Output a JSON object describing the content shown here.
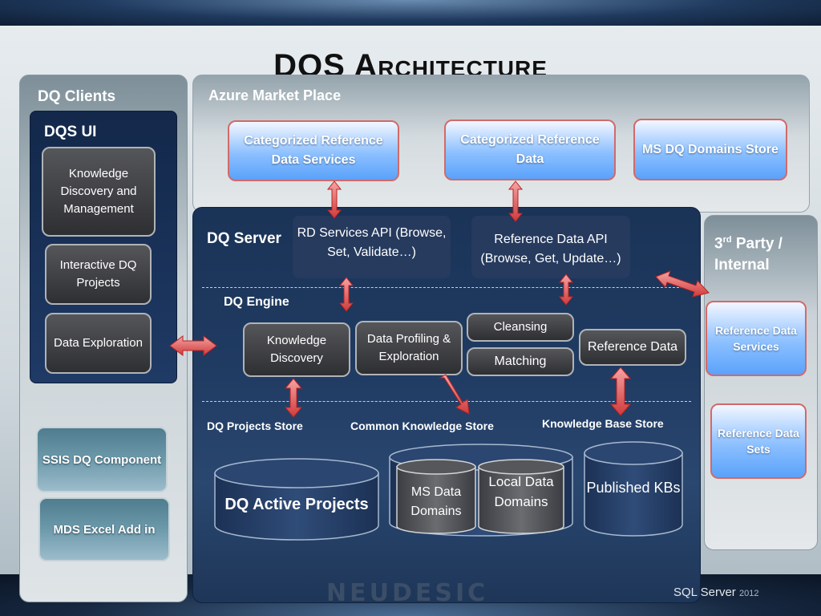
{
  "slide": {
    "title": "DQS Architecture",
    "footer_brand": "NEUDESIC",
    "footer_product": "SQL Server",
    "footer_year": "2012"
  },
  "clients": {
    "heading": "DQ Clients",
    "dqs_ui": {
      "heading": "DQS UI",
      "items": [
        "Knowledge Discovery and Management",
        "Interactive DQ Projects",
        "Data Exploration"
      ]
    },
    "others": [
      "SSIS DQ Component",
      "MDS Excel Add in"
    ]
  },
  "azure": {
    "heading": "Azure Market Place",
    "boxes": [
      "Categorized Reference Data Services",
      "Categorized Reference Data",
      "MS DQ Domains Store"
    ]
  },
  "third_party": {
    "heading_prefix": "3",
    "heading_sup": "rd",
    "heading_suffix": " Party / Internal",
    "boxes": [
      "Reference Data Services",
      "Reference Data Sets"
    ]
  },
  "server": {
    "heading": "DQ Server",
    "apis": [
      "RD Services  API (Browse, Set, Validate…)",
      "Reference Data API (Browse, Get, Update…)"
    ],
    "engine_heading": "DQ Engine",
    "engine_boxes": [
      "Knowledge Discovery",
      "Data Profiling & Exploration",
      "Cleansing",
      "Matching",
      "Reference Data"
    ],
    "stores": [
      "DQ Projects Store",
      "Common Knowledge  Store",
      "Knowledge Base Store"
    ],
    "cylinders": {
      "active_projects": "DQ  Active Projects",
      "ms_data_domains": "MS Data Domains",
      "local_data_domains": "Local Data Domains",
      "published_kbs": "Published KBs"
    }
  }
}
